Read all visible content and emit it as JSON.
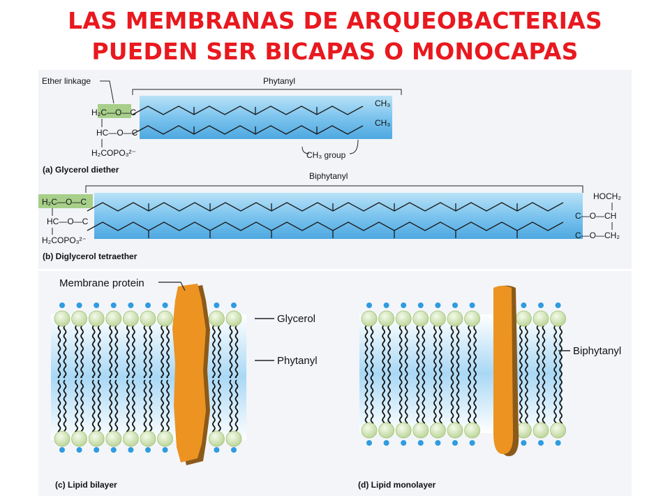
{
  "title": {
    "line1": "LAS MEMBRANAS DE ARQUEOBACTERIAS",
    "line2": "PUEDEN SER BICAPAS O MONOCAPAS"
  },
  "panel_a": {
    "ether_linkage": "Ether linkage",
    "phytanyl": "Phytanyl",
    "row1": "H₂C—O—C",
    "row2": "HC—O—C",
    "row3": "H₂COPO₃²⁻",
    "ch3_top": "CH₃",
    "ch3_bottom": "CH₃",
    "ch3_group": "CH₃ group",
    "caption": "(a) Glycerol diether"
  },
  "panel_b": {
    "biphytanyl": "Biphytanyl",
    "row1": "H₂C—O—C",
    "row2": "HC—O—C",
    "row3": "H₂COPO₃²⁻",
    "r_row1": "HOCH₂",
    "r_row2": "C—O—CH",
    "r_row3": "C—O—CH₂",
    "caption": "(b) Diglycerol tetraether"
  },
  "panel_c": {
    "membrane_protein": "Membrane protein",
    "glycerol": "Glycerol",
    "phytanyl": "Phytanyl",
    "caption": "(c) Lipid bilayer"
  },
  "panel_d": {
    "biphytanyl": "Biphytanyl",
    "caption": "(d) Lipid monolayer"
  },
  "colors": {
    "title_red": "#e8191f",
    "chain_blue": "#7fc6ee",
    "ether_green": "#a7cf8a",
    "protein_orange": "#ec9322",
    "head_green": "#d8e8b8",
    "phosphate_blue": "#2f9be0"
  }
}
